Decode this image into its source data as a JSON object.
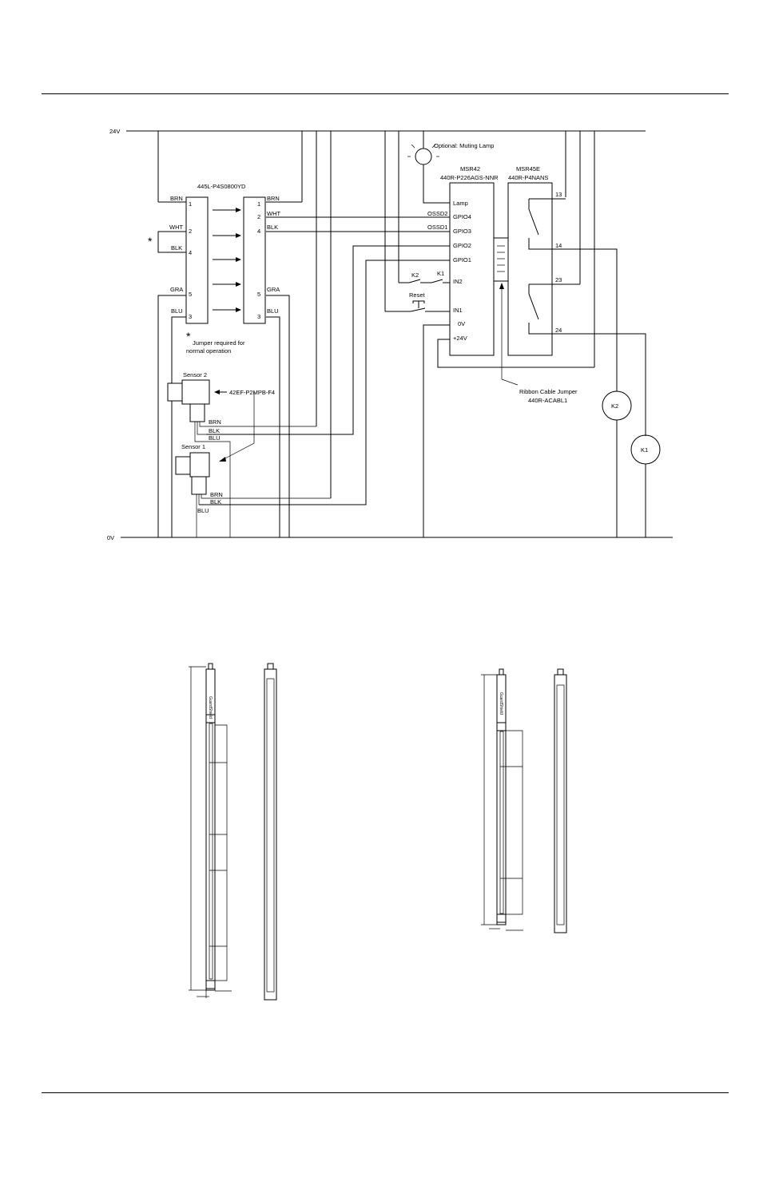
{
  "rails": {
    "top": "24V",
    "bottom": "0V"
  },
  "asterisk": "*",
  "jumper_note": [
    "Jumper required for",
    "normal operation"
  ],
  "cable": {
    "part": "445L-P4S0800YD",
    "left_wires": [
      {
        "wire": "BRN",
        "pin": "1"
      },
      {
        "wire": "WHT",
        "pin": "2"
      },
      {
        "wire": "BLK",
        "pin": "4"
      },
      {
        "wire": "GRA",
        "pin": "5"
      },
      {
        "wire": "BLU",
        "pin": "3"
      }
    ],
    "right_wires": [
      {
        "wire": "BRN",
        "pin": "1"
      },
      {
        "wire": "WHT",
        "pin": "2"
      },
      {
        "wire": "BLK",
        "pin": "4"
      },
      {
        "wire": "GRA",
        "pin": "5"
      },
      {
        "wire": "BLU",
        "pin": "3"
      }
    ]
  },
  "muting_lamp": "Optional: Muting Lamp",
  "msr42": {
    "name": "MSR42",
    "part": "440R-P226AGS-NNR",
    "terminals": [
      "Lamp",
      "GPIO4",
      "GPIO3",
      "GPIO2",
      "GPIO1",
      "IN2",
      "IN1",
      "0V",
      "+24V"
    ]
  },
  "msr45e": {
    "name": "MSR45E",
    "part": "440R-P4NANS",
    "terminals": [
      "13",
      "14",
      "23",
      "24"
    ]
  },
  "signals": {
    "ossd2": "OSSD2",
    "ossd1": "OSSD1"
  },
  "contacts": {
    "k2": "K2",
    "k1": "K1",
    "reset": "Reset"
  },
  "ribbon": [
    "Ribbon Cable Jumper",
    "440R-ACABL1"
  ],
  "sensors": {
    "sensor2": "Sensor 2",
    "sensor1": "Sensor 1",
    "part": "42EF-P2MPB-F4",
    "sensor2_wires": [
      "BRN",
      "BLK",
      "BLU"
    ],
    "sensor1_wires": [
      "BRN",
      "BLK",
      "BLU"
    ]
  },
  "coils": [
    "K2",
    "K1"
  ],
  "light_curtain_logo": "GuardShield"
}
